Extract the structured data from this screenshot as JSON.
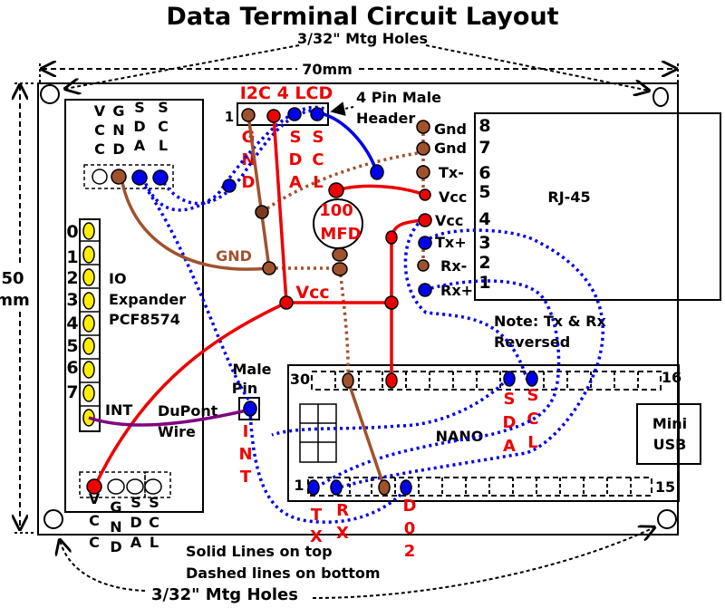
{
  "title": "Data Terminal Circuit Layout",
  "mounting": {
    "top_label": "3/32\" Mtg Holes",
    "bottom_label": "3/32\" Mtg Holes",
    "width_label": "70mm",
    "height_label": "50",
    "height_unit": "mm"
  },
  "io_board": {
    "header_cols": [
      {
        "chars": [
          "V",
          "C",
          "C"
        ]
      },
      {
        "chars": [
          "G",
          "N",
          "D"
        ]
      },
      {
        "chars": [
          "S",
          "D",
          "A"
        ]
      },
      {
        "chars": [
          "S",
          "C",
          "L"
        ]
      }
    ],
    "pin_numbers": [
      "0",
      "1",
      "2",
      "3",
      "4",
      "5",
      "6",
      "7"
    ],
    "name_lines": [
      "IO",
      "Expander",
      "PCF8574"
    ],
    "int_label": "INT",
    "bottom_cols": [
      {
        "chars": [
          "V",
          "C",
          "C"
        ]
      },
      {
        "chars": [
          "G",
          "N",
          "D"
        ]
      },
      {
        "chars": [
          "S",
          "D",
          "A"
        ]
      },
      {
        "chars": [
          "S",
          "C",
          "L"
        ]
      }
    ]
  },
  "lcd": {
    "title": "I2C 4 LCD",
    "pin1": "1",
    "cols": [
      {
        "chars": [
          "G",
          "N",
          "D"
        ]
      },
      {
        "chars": [
          "S",
          "D",
          "A"
        ]
      },
      {
        "chars": [
          "S",
          "C",
          "L"
        ]
      }
    ],
    "header_note_1": "4 Pin Male",
    "header_note_2": "Header"
  },
  "rj45": {
    "name": "RJ-45",
    "pin_labels": [
      "Gnd",
      "Gnd",
      "Tx-",
      "Vcc",
      "Vcc",
      "Tx+",
      "Rx-",
      "Rx+"
    ],
    "pin_numbers": [
      "8",
      "7",
      "6",
      "5",
      "4",
      "3",
      "2",
      "1"
    ]
  },
  "capacitor": {
    "value": "100",
    "unit": "MFD"
  },
  "labels": {
    "gnd": "GND",
    "vcc": "Vcc",
    "male_pin_1": "Male",
    "male_pin_2": "Pin",
    "int_chars": [
      "I",
      "N",
      "T"
    ],
    "dupont_1": "DuPont",
    "dupont_2": "Wire",
    "note_1": "Note: Tx & Rx",
    "note_2": "Reversed",
    "solid_note": "Solid Lines on top",
    "dashed_note": "Dashed lines on bottom"
  },
  "nano": {
    "name": "NANO",
    "pin30": "30",
    "pin16": "16",
    "pin1": "1",
    "pin15": "15",
    "usb_1": "Mini",
    "usb_2": "USB",
    "sda_chars": [
      "S",
      "D",
      "A"
    ],
    "scl_chars": [
      "S",
      "C",
      "L"
    ],
    "tx_chars": [
      "T",
      "X"
    ],
    "rx_chars": [
      "R",
      "X"
    ],
    "d02_chars": [
      "D",
      "0",
      "2"
    ]
  },
  "colors": {
    "red": "#ee0000",
    "blue": "#0000ee",
    "brown": "#a0522d",
    "yellow": "#ffee00",
    "purple": "#800080"
  }
}
